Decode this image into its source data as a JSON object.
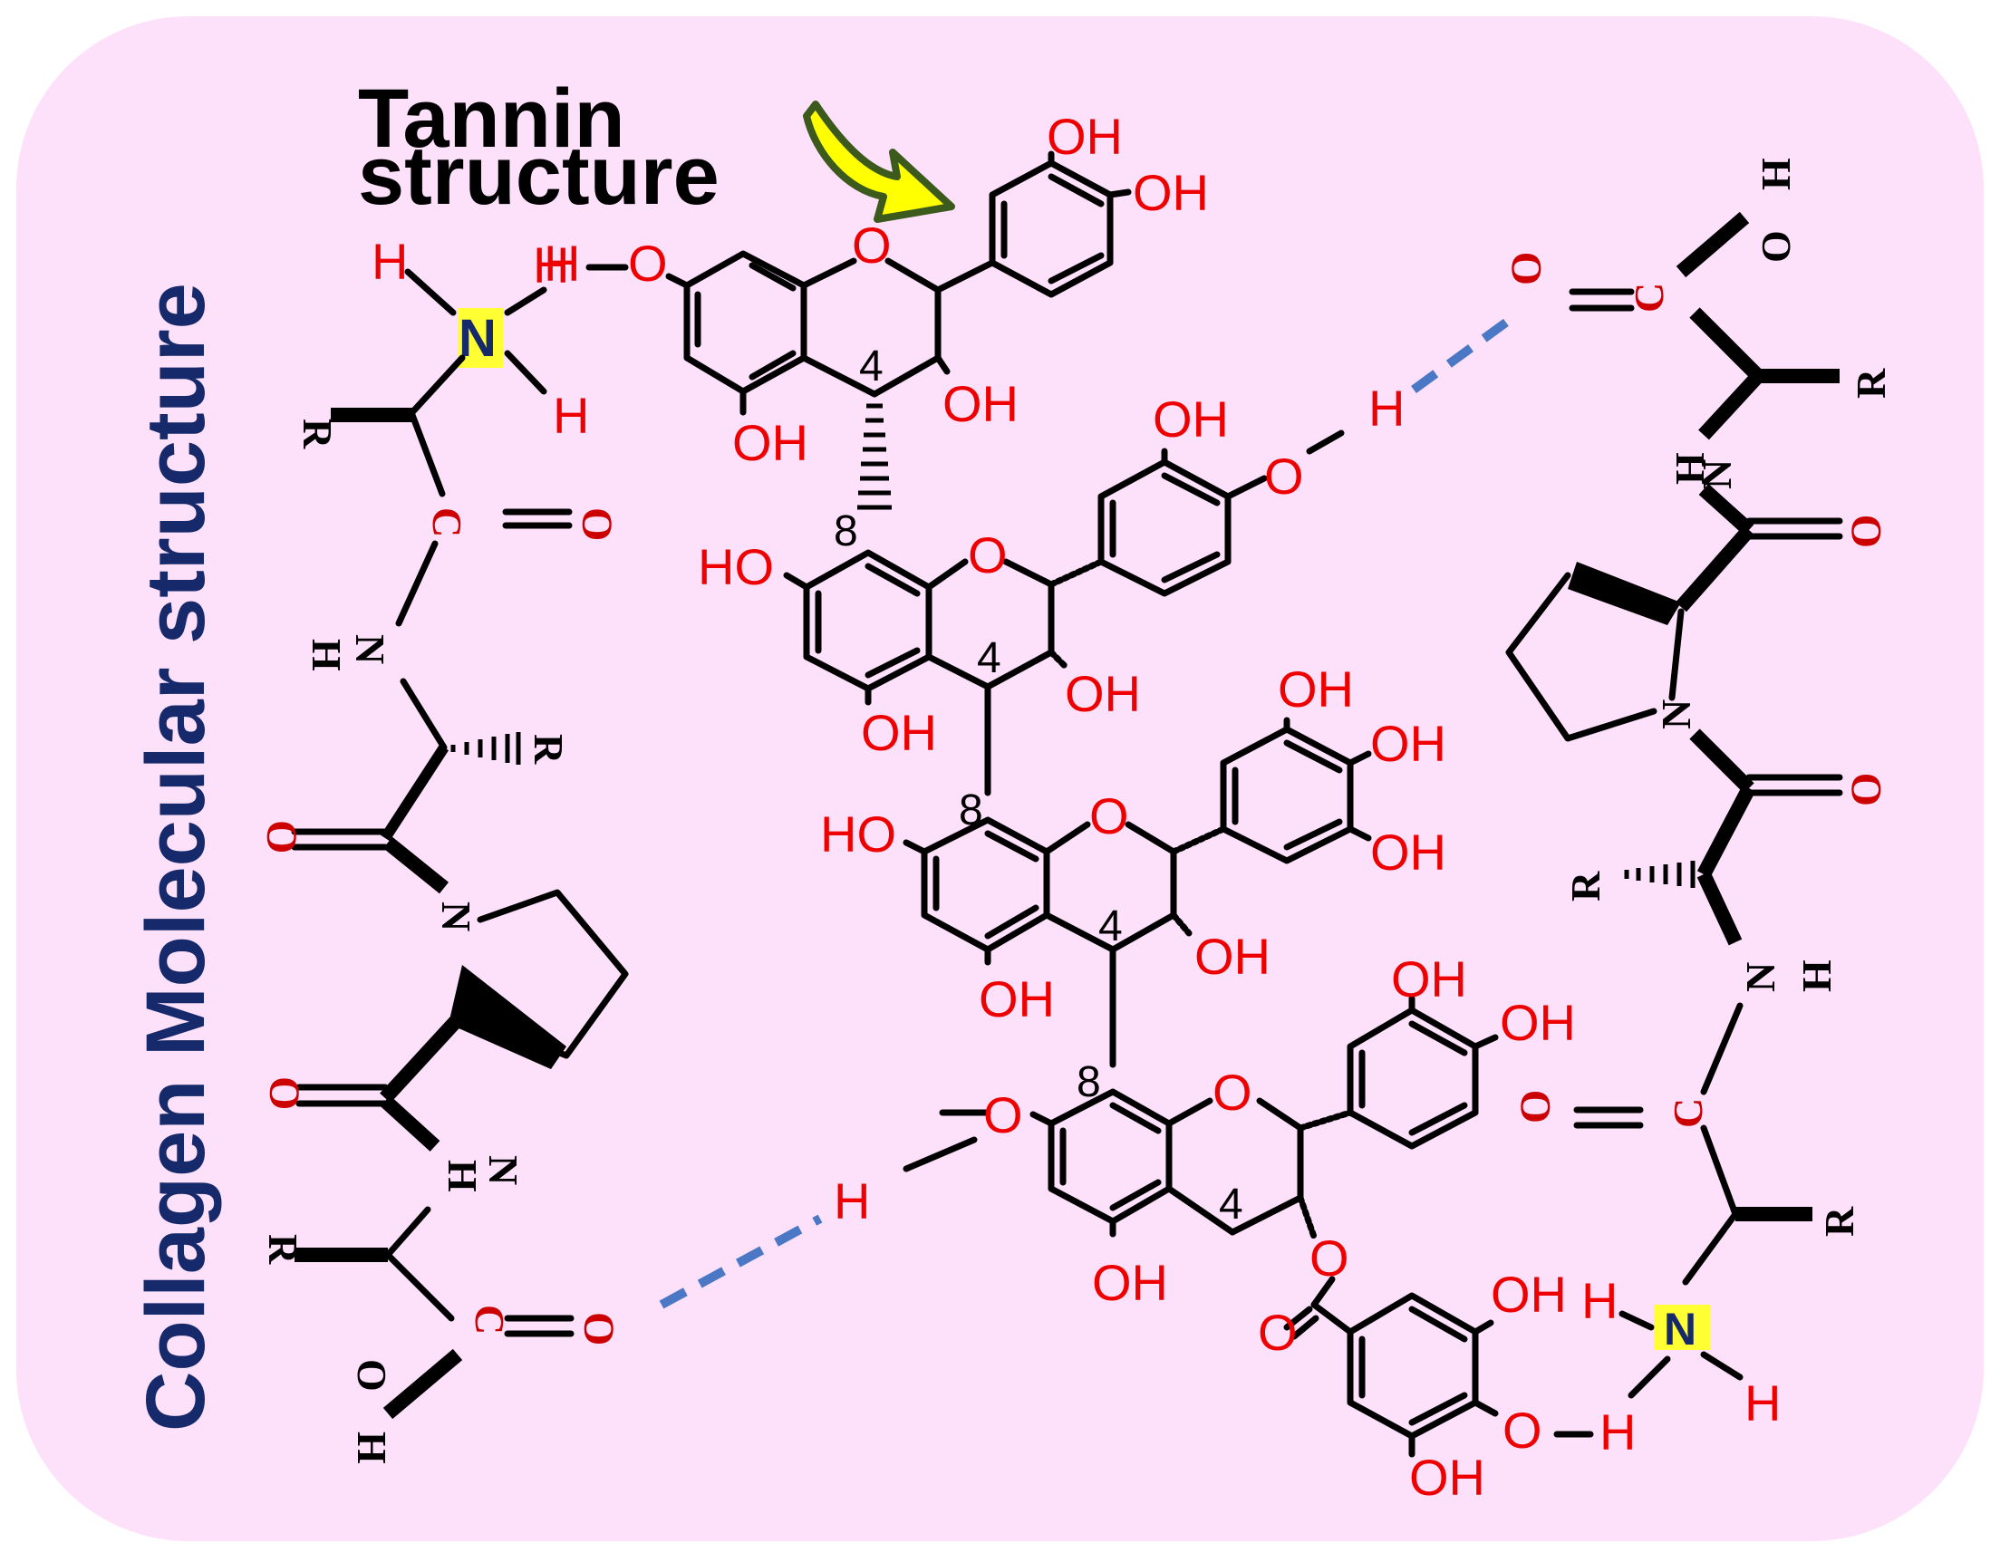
{
  "side_title": "Collagen Molecular structure",
  "tannin_title": {
    "line1": "Tannin",
    "line2": "structure"
  },
  "colors": {
    "background": "#fde0fa",
    "frame": "#ffffff",
    "side_title": "#15296b",
    "oxygen": "#ee0000",
    "bond": "#000000",
    "hydrogen_bond": "#4a78c4",
    "nitrogen_highlight": "#ffff33",
    "arrow_fill": "#ffff00",
    "arrow_outline": "#3b5a1c"
  },
  "labels": {
    "OH": "OH",
    "O": "O",
    "H": "H",
    "N": "N",
    "C": "C",
    "R": "R",
    "HO": "HO",
    "four": "4",
    "eight": "8"
  },
  "icons": [
    "curved-arrow-icon"
  ]
}
